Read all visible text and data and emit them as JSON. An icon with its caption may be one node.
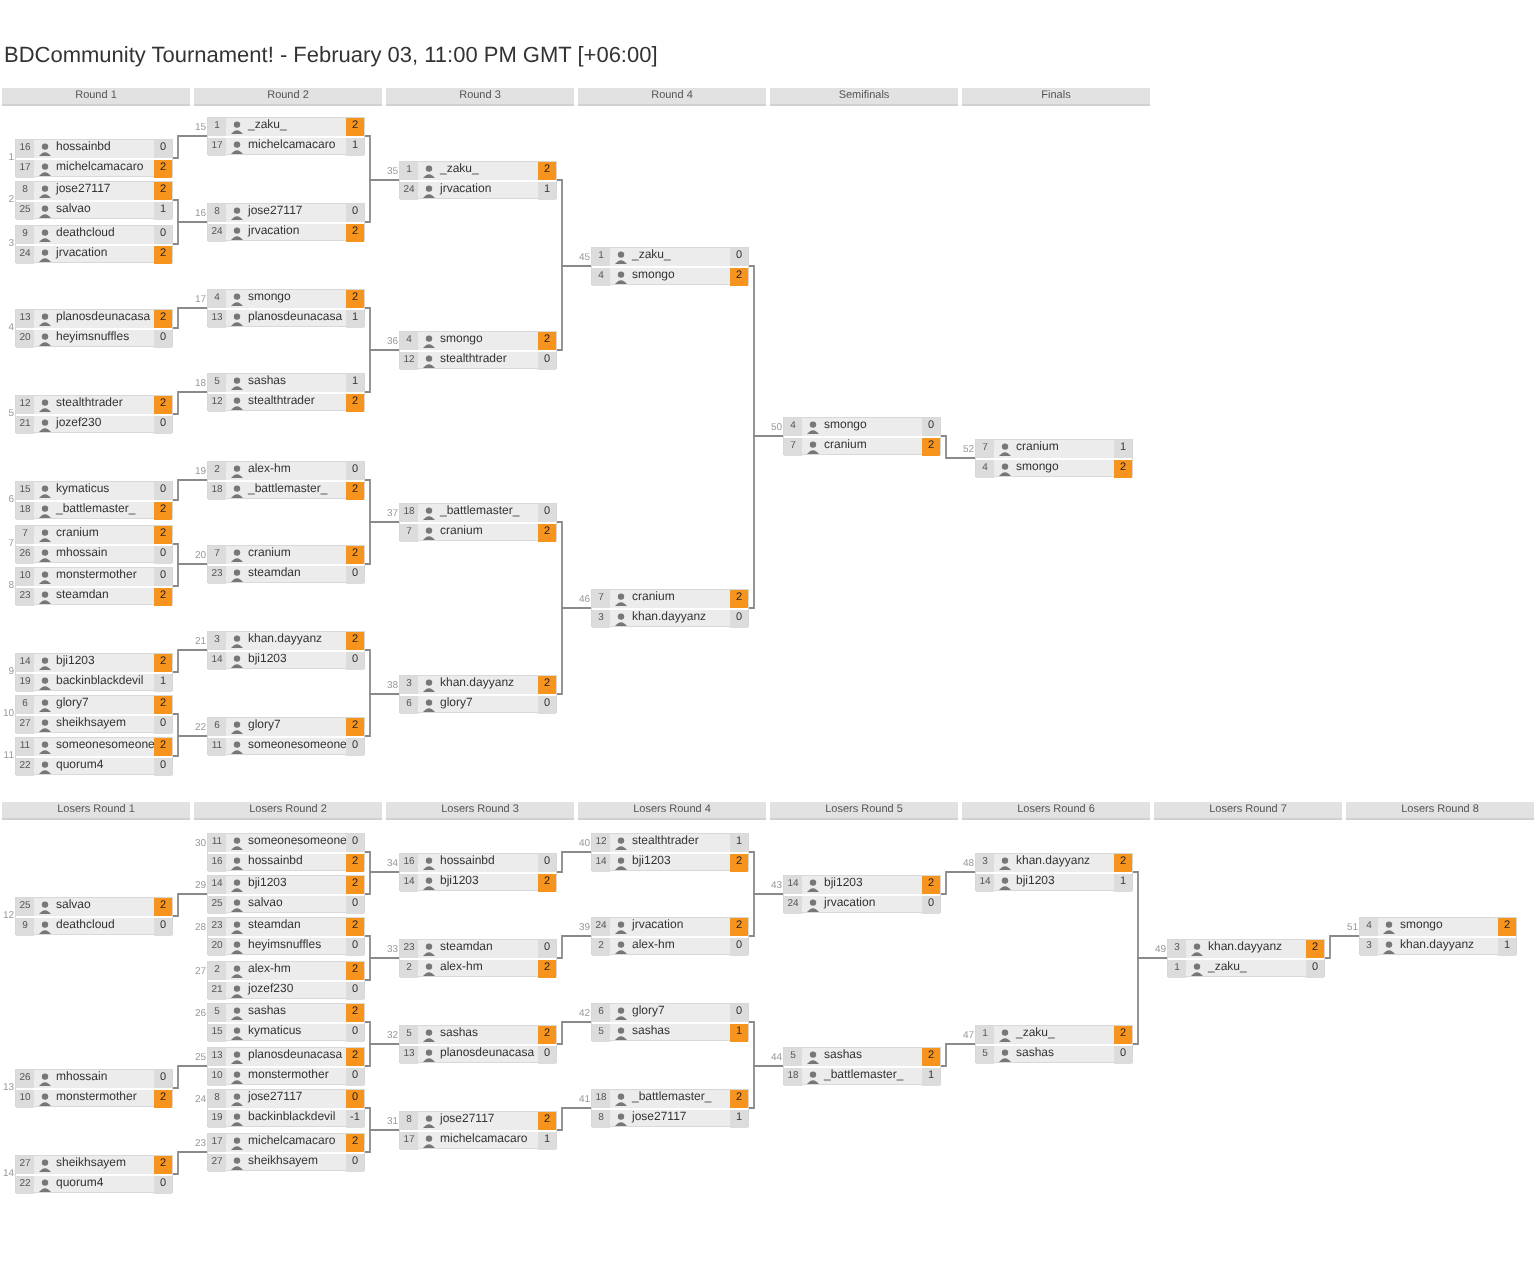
{
  "diagram": {
    "title": "BDCommunity Tournament! - February 03, 11:00 PM GMT [+06:00]",
    "nodes": [
      {
        "text": [
          "16",
          "hossainbd",
          "0",
          "17",
          "michelcamacaro",
          "2"
        ],
        "beside": [
          "1"
        ]
      },
      {
        "text": [
          "8",
          "jose27117",
          "2",
          "25",
          "salvao",
          "1"
        ],
        "beside": [
          "2"
        ]
      },
      {
        "text": [
          "9",
          "deathcloud",
          "0",
          "24",
          "jrvacation",
          "2"
        ],
        "beside": [
          "3"
        ]
      },
      {
        "text": [
          "13",
          "planosdeunacasa",
          "2",
          "20",
          "heyimsnuffles",
          "0"
        ],
        "beside": [
          "4"
        ]
      },
      {
        "text": [
          "12",
          "stealthtrader",
          "2",
          "21",
          "jozef230",
          "0"
        ],
        "beside": [
          "5"
        ]
      },
      {
        "text": [
          "15",
          "kymaticus",
          "0",
          "18",
          "_battlemaster_",
          "2"
        ],
        "beside": [
          "6"
        ]
      },
      {
        "text": [
          "7",
          "cranium",
          "2",
          "26",
          "mhossain",
          "0"
        ],
        "beside": [
          "7"
        ]
      },
      {
        "text": [
          "10",
          "monstermother",
          "0",
          "23",
          "steamdan",
          "2"
        ],
        "beside": [
          "8"
        ]
      },
      {
        "text": [
          "14",
          "bji1203",
          "2",
          "19",
          "backinblackdevil",
          "1"
        ],
        "beside": [
          "9"
        ]
      },
      {
        "text": [
          "6",
          "glory7",
          "2",
          "27",
          "sheikhsayem",
          "0"
        ],
        "beside": [
          "10"
        ]
      },
      {
        "text": [
          "11",
          "someonesomeone",
          "2",
          "22",
          "quorum4",
          "0"
        ],
        "beside": [
          "11"
        ]
      },
      {
        "text": [
          "1",
          "_zaku_",
          "2",
          "17",
          "michelcamacaro",
          "1"
        ],
        "beside": [
          "15"
        ]
      },
      {
        "text": [
          "8",
          "jose27117",
          "0",
          "24",
          "jrvacation",
          "2"
        ],
        "beside": [
          "16"
        ]
      },
      {
        "text": [
          "4",
          "smongo",
          "2",
          "13",
          "planosdeunacasa",
          "1"
        ],
        "beside": [
          "17"
        ]
      },
      {
        "text": [
          "5",
          "sashas",
          "1",
          "12",
          "stealthtrader",
          "2"
        ],
        "beside": [
          "18"
        ]
      },
      {
        "text": [
          "2",
          "alex-hm",
          "0",
          "18",
          "_battlemaster_",
          "2"
        ],
        "beside": [
          "19"
        ]
      },
      {
        "text": [
          "7",
          "cranium",
          "2",
          "23",
          "steamdan",
          "0"
        ],
        "beside": [
          "20"
        ]
      },
      {
        "text": [
          "3",
          "khan.dayyanz",
          "2",
          "14",
          "bji1203",
          "0"
        ],
        "beside": [
          "21"
        ]
      },
      {
        "text": [
          "6",
          "glory7",
          "2",
          "11",
          "someonesomeone",
          "0"
        ],
        "beside": [
          "22"
        ]
      },
      {
        "text": [
          "1",
          "_zaku_",
          "2",
          "24",
          "jrvacation",
          "1"
        ],
        "beside": [
          "35"
        ]
      },
      {
        "text": [
          "4",
          "smongo",
          "2",
          "12",
          "stealthtrader",
          "0"
        ],
        "beside": [
          "36"
        ]
      },
      {
        "text": [
          "18",
          "_battlemaster_",
          "0",
          "7",
          "cranium",
          "2"
        ],
        "beside": [
          "37"
        ]
      },
      {
        "text": [
          "3",
          "khan.dayyanz",
          "2",
          "6",
          "glory7",
          "0"
        ],
        "beside": [
          "38"
        ]
      },
      {
        "text": [
          "1",
          "_zaku_",
          "0",
          "4",
          "smongo",
          "2"
        ],
        "beside": [
          "45"
        ]
      },
      {
        "text": [
          "7",
          "cranium",
          "2",
          "3",
          "khan.dayyanz",
          "0"
        ],
        "beside": [
          "46"
        ]
      },
      {
        "text": [
          "4",
          "smongo",
          "0",
          "7",
          "cranium",
          "2"
        ],
        "beside": [
          "50"
        ]
      },
      {
        "text": [
          "7",
          "cranium",
          "1",
          "4",
          "smongo",
          "2"
        ],
        "beside": [
          "52"
        ]
      },
      {
        "text": [
          "25",
          "salvao",
          "2",
          "9",
          "deathcloud",
          "0"
        ],
        "beside": [
          "12"
        ]
      },
      {
        "text": [
          "26",
          "mhossain",
          "0",
          "10",
          "monstermother",
          "2"
        ],
        "beside": [
          "13"
        ]
      },
      {
        "text": [
          "27",
          "sheikhsayem",
          "2",
          "22",
          "quorum4",
          "0"
        ],
        "beside": [
          "14"
        ]
      },
      {
        "text": [
          "11",
          "someonesomeone",
          "0",
          "16",
          "hossainbd",
          "2"
        ],
        "beside": [
          "30"
        ]
      },
      {
        "text": [
          "14",
          "bji1203",
          "2",
          "25",
          "salvao",
          "0"
        ],
        "beside": [
          "29"
        ]
      },
      {
        "text": [
          "23",
          "steamdan",
          "2",
          "20",
          "heyimsnuffles",
          "0"
        ],
        "beside": [
          "28"
        ]
      },
      {
        "text": [
          "2",
          "alex-hm",
          "2",
          "21",
          "jozef230",
          "0"
        ],
        "beside": [
          "27"
        ]
      },
      {
        "text": [
          "5",
          "sashas",
          "2",
          "15",
          "kymaticus",
          "0"
        ],
        "beside": [
          "26"
        ]
      },
      {
        "text": [
          "13",
          "planosdeunacasa",
          "2",
          "10",
          "monstermother",
          "0"
        ],
        "beside": [
          "25"
        ]
      },
      {
        "text": [
          "8",
          "jose27117",
          "0",
          "19",
          "backinblackdevil",
          "-1"
        ],
        "beside": [
          "24"
        ]
      },
      {
        "text": [
          "17",
          "michelcamacaro",
          "2",
          "27",
          "sheikhsayem",
          "0"
        ],
        "beside": [
          "23"
        ]
      },
      {
        "text": [
          "16",
          "hossainbd",
          "0",
          "14",
          "bji1203",
          "2"
        ],
        "beside": [
          "34"
        ]
      },
      {
        "text": [
          "23",
          "steamdan",
          "0",
          "2",
          "alex-hm",
          "2"
        ],
        "beside": [
          "33"
        ]
      },
      {
        "text": [
          "5",
          "sashas",
          "2",
          "13",
          "planosdeunacasa",
          "0"
        ],
        "beside": [
          "32"
        ]
      },
      {
        "text": [
          "8",
          "jose27117",
          "2",
          "17",
          "michelcamacaro",
          "1"
        ],
        "beside": [
          "31"
        ]
      },
      {
        "text": [
          "12",
          "stealthtrader",
          "1",
          "14",
          "bji1203",
          "2"
        ],
        "beside": [
          "40"
        ]
      },
      {
        "text": [
          "24",
          "jrvacation",
          "2",
          "2",
          "alex-hm",
          "0"
        ],
        "beside": [
          "39"
        ]
      },
      {
        "text": [
          "6",
          "glory7",
          "0",
          "5",
          "sashas",
          "1"
        ],
        "beside": [
          "42"
        ]
      },
      {
        "text": [
          "18",
          "_battlemaster_",
          "2",
          "8",
          "jose27117",
          "1"
        ],
        "beside": [
          "41"
        ]
      },
      {
        "text": [
          "14",
          "bji1203",
          "2",
          "24",
          "jrvacation",
          "0"
        ],
        "beside": [
          "43"
        ]
      },
      {
        "text": [
          "5",
          "sashas",
          "2",
          "18",
          "_battlemaster_",
          "1"
        ],
        "beside": [
          "44"
        ]
      },
      {
        "text": [
          "3",
          "khan.dayyanz",
          "2",
          "14",
          "bji1203",
          "1"
        ],
        "beside": [
          "48"
        ]
      },
      {
        "text": [
          "1",
          "_zaku_",
          "2",
          "5",
          "sashas",
          "0"
        ],
        "beside": [
          "47"
        ]
      },
      {
        "text": [
          "3",
          "khan.dayyanz",
          "2",
          "1",
          "_zaku_",
          "0"
        ],
        "beside": [
          "49"
        ]
      },
      {
        "text": [
          "4",
          "smongo",
          "2",
          "3",
          "khan.dayyanz",
          "1"
        ],
        "beside": [
          "51"
        ]
      }
    ],
    "edges": [
      {
        "from": 0,
        "to": 11,
        "arrow": "none"
      },
      {
        "from": 1,
        "to": 12,
        "arrow": "none"
      },
      {
        "from": 2,
        "to": 12,
        "arrow": "none"
      },
      {
        "from": 3,
        "to": 13,
        "arrow": "none"
      },
      {
        "from": 4,
        "to": 14,
        "arrow": "none"
      },
      {
        "from": 5,
        "to": 15,
        "arrow": "none"
      },
      {
        "from": 6,
        "to": 16,
        "arrow": "none"
      },
      {
        "from": 7,
        "to": 16,
        "arrow": "none"
      },
      {
        "from": 8,
        "to": 17,
        "arrow": "none"
      },
      {
        "from": 9,
        "to": 18,
        "arrow": "none"
      },
      {
        "from": 10,
        "to": 18,
        "arrow": "none"
      },
      {
        "from": 11,
        "to": 19,
        "arrow": "none"
      },
      {
        "from": 12,
        "to": 19,
        "arrow": "none"
      },
      {
        "from": 13,
        "to": 20,
        "arrow": "none"
      },
      {
        "from": 14,
        "to": 20,
        "arrow": "none"
      },
      {
        "from": 15,
        "to": 21,
        "arrow": "none"
      },
      {
        "from": 16,
        "to": 21,
        "arrow": "none"
      },
      {
        "from": 17,
        "to": 22,
        "arrow": "none"
      },
      {
        "from": 18,
        "to": 22,
        "arrow": "none"
      },
      {
        "from": 19,
        "to": 23,
        "arrow": "none"
      },
      {
        "from": 20,
        "to": 23,
        "arrow": "none"
      },
      {
        "from": 21,
        "to": 24,
        "arrow": "none"
      },
      {
        "from": 22,
        "to": 24,
        "arrow": "none"
      },
      {
        "from": 23,
        "to": 25,
        "arrow": "none"
      },
      {
        "from": 24,
        "to": 25,
        "arrow": "none"
      },
      {
        "from": 25,
        "to": 26,
        "arrow": "none"
      },
      {
        "from": 27,
        "to": 31,
        "arrow": "none"
      },
      {
        "from": 28,
        "to": 35,
        "arrow": "none"
      },
      {
        "from": 29,
        "to": 37,
        "arrow": "none"
      },
      {
        "from": 30,
        "to": 38,
        "arrow": "none"
      },
      {
        "from": 31,
        "to": 38,
        "arrow": "none"
      },
      {
        "from": 32,
        "to": 39,
        "arrow": "none"
      },
      {
        "from": 33,
        "to": 39,
        "arrow": "none"
      },
      {
        "from": 34,
        "to": 40,
        "arrow": "none"
      },
      {
        "from": 35,
        "to": 40,
        "arrow": "none"
      },
      {
        "from": 36,
        "to": 41,
        "arrow": "none"
      },
      {
        "from": 37,
        "to": 41,
        "arrow": "none"
      },
      {
        "from": 38,
        "to": 42,
        "arrow": "none"
      },
      {
        "from": 39,
        "to": 43,
        "arrow": "none"
      },
      {
        "from": 40,
        "to": 44,
        "arrow": "none"
      },
      {
        "from": 41,
        "to": 45,
        "arrow": "none"
      },
      {
        "from": 42,
        "to": 46,
        "arrow": "none"
      },
      {
        "from": 43,
        "to": 46,
        "arrow": "none"
      },
      {
        "from": 44,
        "to": 47,
        "arrow": "none"
      },
      {
        "from": 45,
        "to": 47,
        "arrow": "none"
      },
      {
        "from": 46,
        "to": 48,
        "arrow": "none"
      },
      {
        "from": 47,
        "to": 49,
        "arrow": "none"
      },
      {
        "from": 48,
        "to": 50,
        "arrow": "none"
      },
      {
        "from": 49,
        "to": 50,
        "arrow": "none"
      },
      {
        "from": 50,
        "to": 51,
        "arrow": "none"
      }
    ],
    "labels": [
      "Round 1",
      "Round 2",
      "Round 3",
      "Round 4",
      "Semifinals",
      "Finals",
      "Losers Round 1",
      "Losers Round 2",
      "Losers Round 3",
      "Losers Round 4",
      "Losers Round 5",
      "Losers Round 6",
      "Losers Round 7",
      "Losers Round 8"
    ]
  }
}
